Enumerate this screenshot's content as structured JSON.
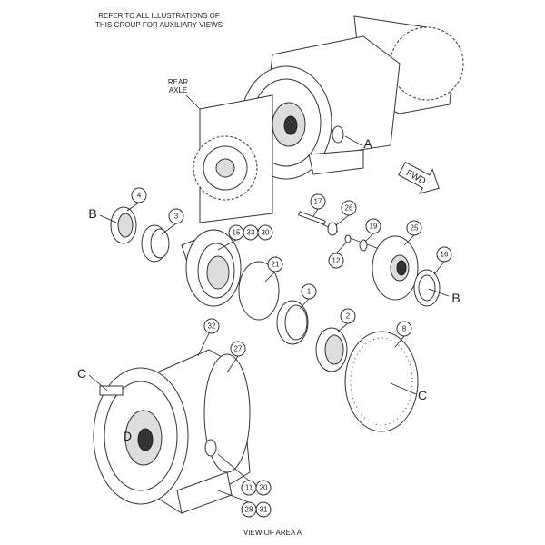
{
  "notes": {
    "top_line1": "REFER TO ALL ILLUSTRATIONS OF",
    "top_line2": "THIS GROUP FOR AUXILIARY VIEWS",
    "rear_axle_line1": "REAR",
    "rear_axle_line2": "AXLE",
    "bottom": "VIEW OF AREA A",
    "fwd": "FWD"
  },
  "callouts": {
    "c4": "4",
    "c3": "3",
    "c15": "15",
    "c33": "33",
    "c30": "30",
    "c21": "21",
    "c1": "1",
    "c2": "2",
    "c8": "8",
    "c17": "17",
    "c26": "26",
    "c19": "19",
    "c12": "12",
    "c25": "25",
    "c16": "16",
    "c32": "32",
    "c27": "27",
    "c11": "11",
    "c20": "20",
    "c28": "28",
    "c31": "31"
  },
  "letters": {
    "a": "A",
    "b1": "B",
    "b2": "B",
    "c1": "C",
    "c2": "C",
    "d": "D"
  }
}
